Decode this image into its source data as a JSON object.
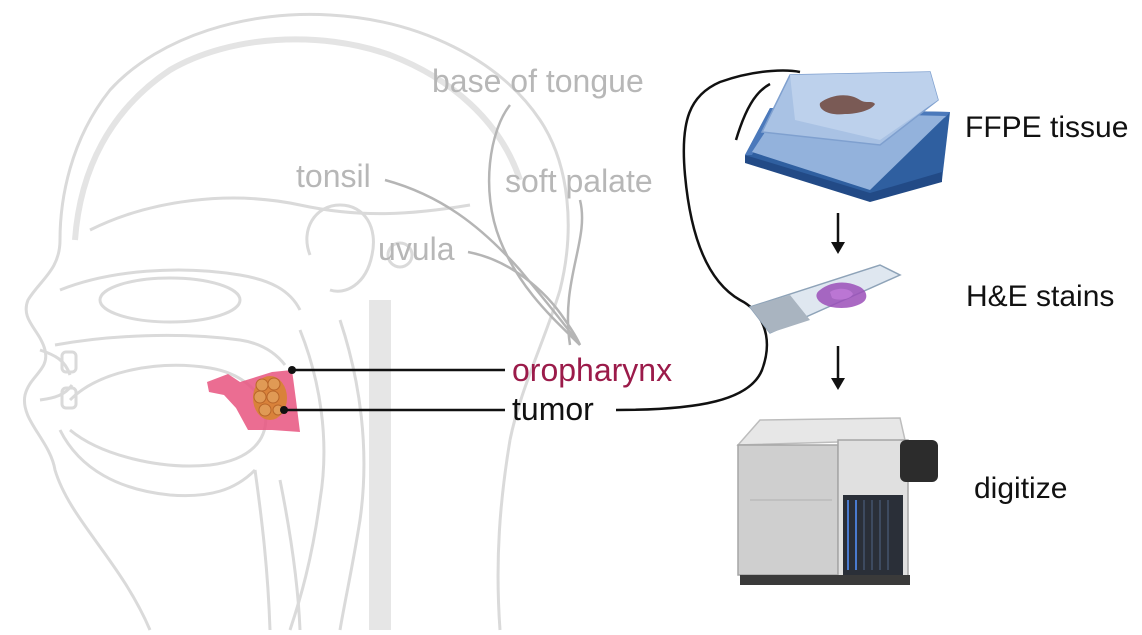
{
  "colors": {
    "anatomy_outline": "#d9d9d9",
    "anatomy_label": "#b7b7b7",
    "oropharynx": "#9b1b4a",
    "tumor_region": "#e8537f",
    "tumor_mass": "#d9823a",
    "line_black": "#111111",
    "line_gray": "#b5b5b5",
    "tissue_block": "#6d93c9",
    "stain": "#9b4fb8",
    "scanner": "#dcdcdc"
  },
  "anatomy": {
    "base_of_tongue": "base of tongue",
    "tonsil": "tonsil",
    "soft_palate": "soft palate",
    "uvula": "uvula",
    "oropharynx": "oropharynx",
    "tumor": "tumor"
  },
  "workflow": {
    "steps": [
      {
        "label": "FFPE tissue",
        "icon": "tissue-block-icon"
      },
      {
        "label": "H&E stains",
        "icon": "stained-slide-icon"
      },
      {
        "label": "digitize",
        "icon": "slide-scanner-icon"
      }
    ]
  }
}
